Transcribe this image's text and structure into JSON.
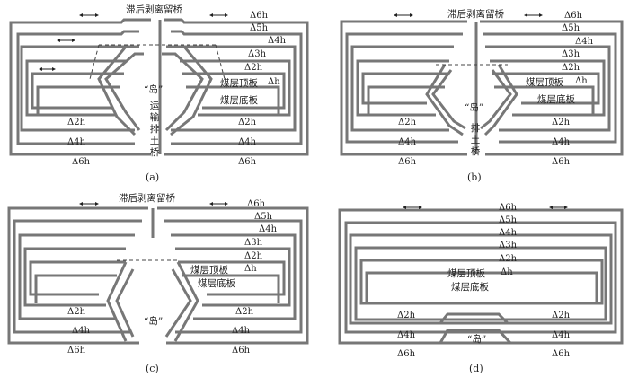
{
  "panels": [
    {
      "id": "a",
      "caption": "(a)",
      "bridge_label": "滞后剥离留桥",
      "island_label": "“岛”",
      "roof_label": "煤层顶板",
      "floor_label": "煤层底板",
      "vertical_label": "运输排土桥",
      "right_levels": [
        "Δ6h",
        "Δ5h",
        "Δ4h",
        "Δ3h",
        "Δ2h",
        "Δh"
      ],
      "bottom_left": [
        "Δ2h",
        "Δ4h",
        "Δ6h"
      ],
      "bottom_right": [
        "Δ2h",
        "Δ4h",
        "Δ6h"
      ]
    },
    {
      "id": "b",
      "caption": "(b)",
      "bridge_label": "滞后剥离留桥",
      "island_label": "“岛”",
      "roof_label": "煤层顶板",
      "floor_label": "煤层底板",
      "vertical_label": "排土桥",
      "right_levels": [
        "Δ6h",
        "Δ5h",
        "Δ4h",
        "Δ3h",
        "Δ2h",
        "Δh"
      ],
      "bottom_left": [
        "Δ2h",
        "Δ4h",
        "Δ6h"
      ],
      "bottom_right": [
        "Δ2h",
        "Δ4h",
        "Δ6h"
      ]
    },
    {
      "id": "c",
      "caption": "(c)",
      "bridge_label": "滞后剥离留桥",
      "island_label": "“岛”",
      "roof_label": "煤层顶板",
      "floor_label": "煤层底板",
      "right_levels": [
        "Δ6h",
        "Δ5h",
        "Δ4h",
        "Δ3h",
        "Δ2h",
        "Δh"
      ],
      "bottom_left": [
        "Δ2h",
        "Δ4h",
        "Δ6h"
      ],
      "bottom_right": [
        "Δ2h",
        "Δ4h",
        "Δ6h"
      ]
    },
    {
      "id": "d",
      "caption": "(d)",
      "island_label": "“岛”",
      "roof_label": "煤层顶板",
      "floor_label": "煤层底板",
      "center_levels": [
        "Δ6h",
        "Δ5h",
        "Δ4h",
        "Δ3h",
        "Δ2h",
        "Δh"
      ],
      "bottom_left": [
        "Δ2h",
        "Δ4h",
        "Δ6h"
      ],
      "bottom_right": [
        "Δ2h",
        "Δ4h",
        "Δ6h"
      ]
    }
  ]
}
